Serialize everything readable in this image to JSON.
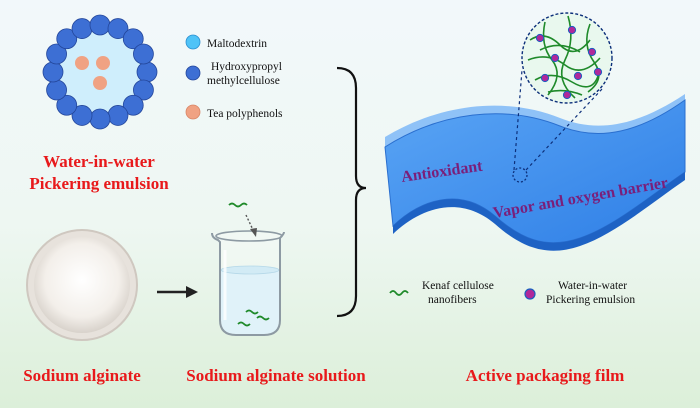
{
  "legend": {
    "maltodextrin": "Maltodextrin",
    "hpmc_line1": "Hydroxypropyl",
    "hpmc_line2": "methylcellulose",
    "tea": "Tea polyphenols",
    "colors": {
      "maltodextrin": "#4fc3f7",
      "hpmc": "#3d6fd4",
      "tea": "#f0a283"
    }
  },
  "emulsion_title": {
    "line1": "Water-in-water",
    "line2": "Pickering emulsion"
  },
  "labels": {
    "sodium_alginate": "Sodium alginate",
    "sodium_alginate_solution": "Sodium alginate solution",
    "active_packaging_film": "Active packaging film"
  },
  "film": {
    "antioxidant": "Antioxidant",
    "barrier": "Vapor and oxygen barrier",
    "colors": {
      "film": "#3d8ff0",
      "film_edge": "#1b5fbf",
      "text": "#7a1f7a"
    }
  },
  "film_legend": {
    "kenaf_line1": "Kenaf cellulose",
    "kenaf_line2": "nanofibers",
    "emulsion_line1": "Water-in-water",
    "emulsion_line2": "Pickering emulsion",
    "colors": {
      "fiber": "#1f8a2a",
      "droplet": "#b0289a"
    }
  }
}
